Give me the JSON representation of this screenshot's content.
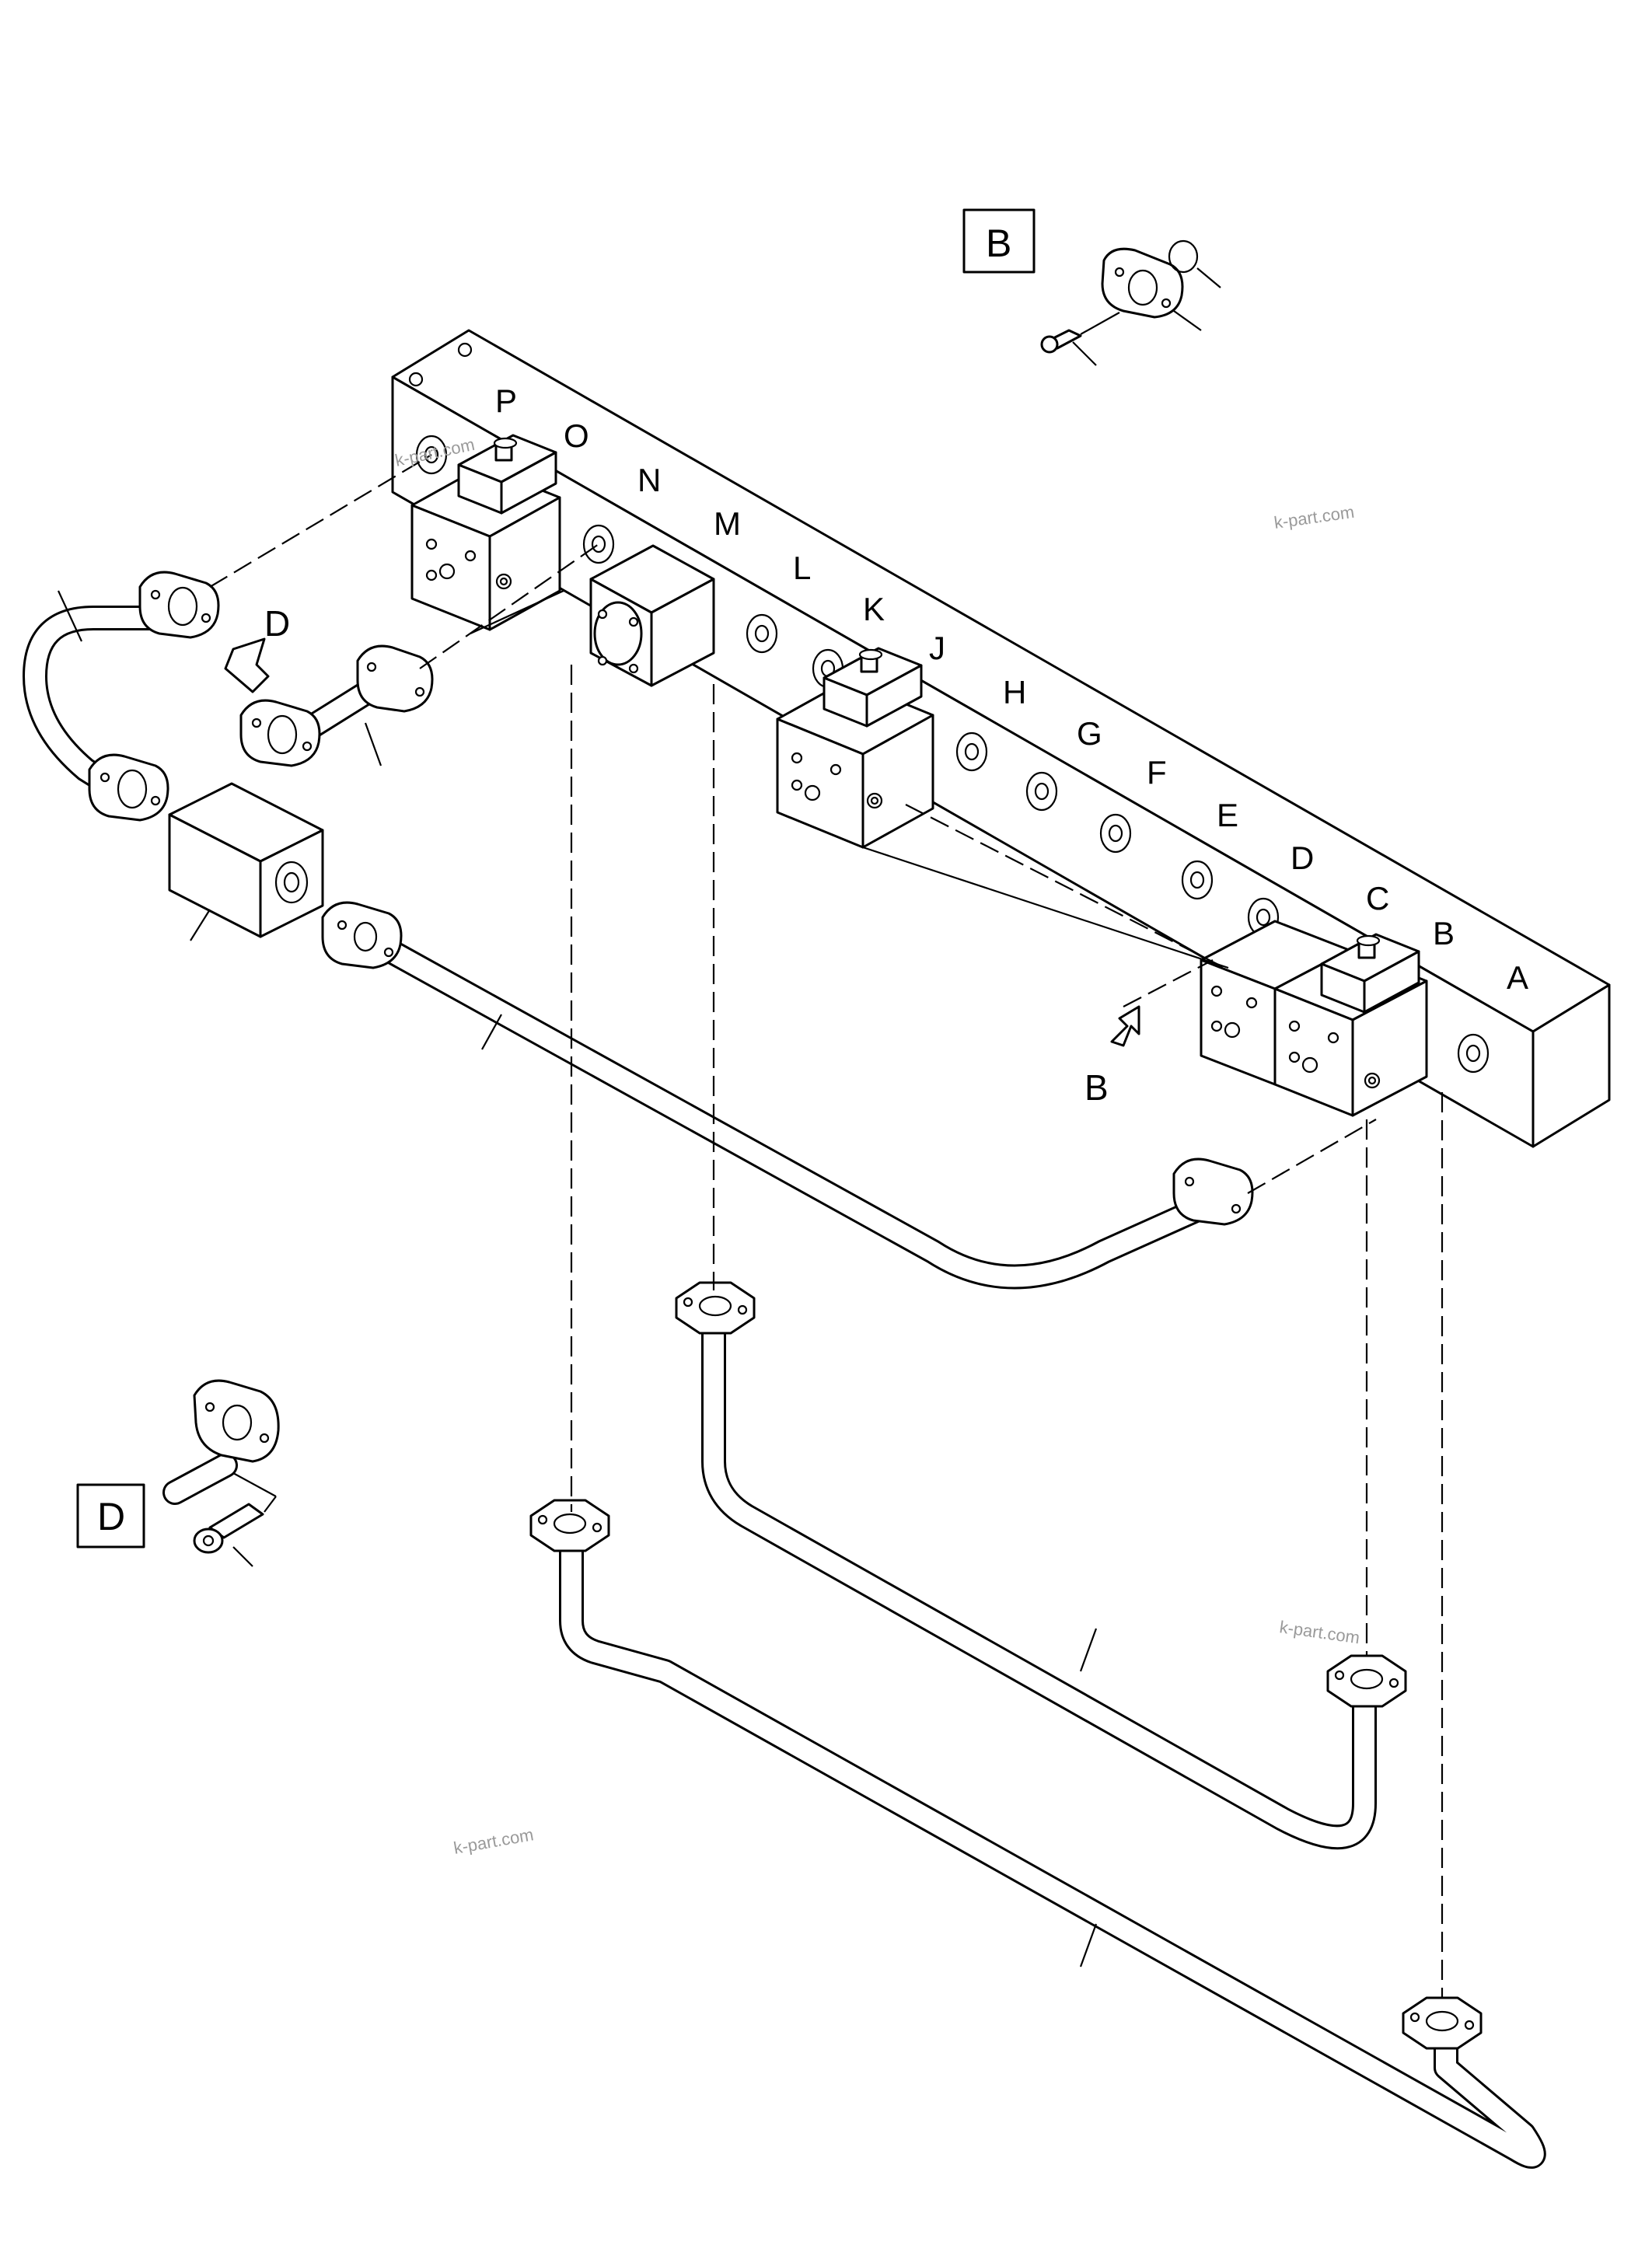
{
  "slot_letters": [
    "P",
    "O",
    "N",
    "M",
    "L",
    "K",
    "J",
    "H",
    "G",
    "F",
    "E",
    "D",
    "C",
    "B",
    "A"
  ],
  "detail_boxes": {
    "b": "B",
    "d": "D"
  },
  "view_arrows": {
    "d": "D",
    "b": "B"
  },
  "watermarks": [
    "k-part.com",
    "k-part.com",
    "k-part.com",
    "k-part.com"
  ],
  "colors": {
    "line": "#000000",
    "background": "#ffffff",
    "watermark": "#9a9a9a"
  }
}
